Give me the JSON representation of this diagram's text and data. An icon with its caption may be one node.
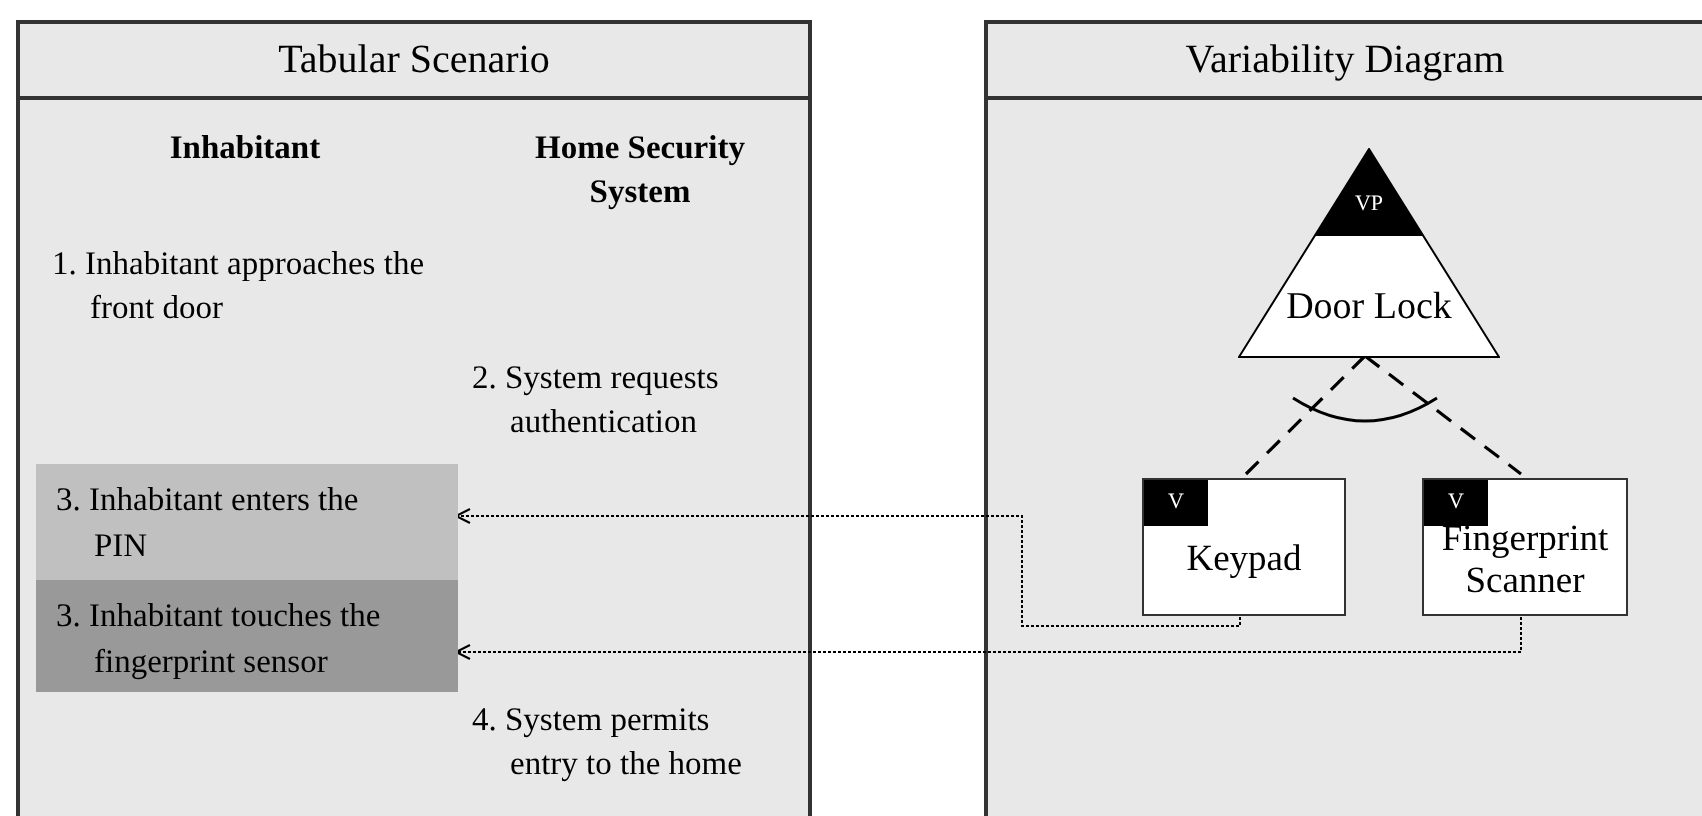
{
  "diagram": {
    "nodes": [
      {
        "text": [
          "Tabular Scenario"
        ]
      },
      {
        "text": [
          "3. Inhabitant enters the PIN"
        ],
        "in": 0
      },
      {
        "text": [
          "3. Inhabitant touches the fingerprint sensor"
        ],
        "in": 0
      },
      {
        "text": [
          "Variability Diagram"
        ]
      },
      {
        "text": [
          "VP",
          "Door Lock"
        ],
        "in": 3
      },
      {
        "text": [
          "V",
          "Keypad"
        ],
        "in": 3
      },
      {
        "text": [
          "V",
          "Fingerprint Scanner"
        ],
        "in": 3
      }
    ],
    "edges": [
      {
        "from": 4,
        "to": 5,
        "arrow": "none",
        "style": "dashed"
      },
      {
        "from": 4,
        "to": 6,
        "arrow": "none",
        "style": "dashed"
      },
      {
        "from": 5,
        "to": 1,
        "arrow": "to",
        "style": "dashed"
      },
      {
        "from": 6,
        "to": 2,
        "arrow": "to",
        "style": "dashed"
      }
    ],
    "labels": [
      "Inhabitant",
      "Home Security System",
      "1. Inhabitant approaches the front door",
      "2. System requests authentication",
      "4. System permits entry to the home"
    ]
  }
}
